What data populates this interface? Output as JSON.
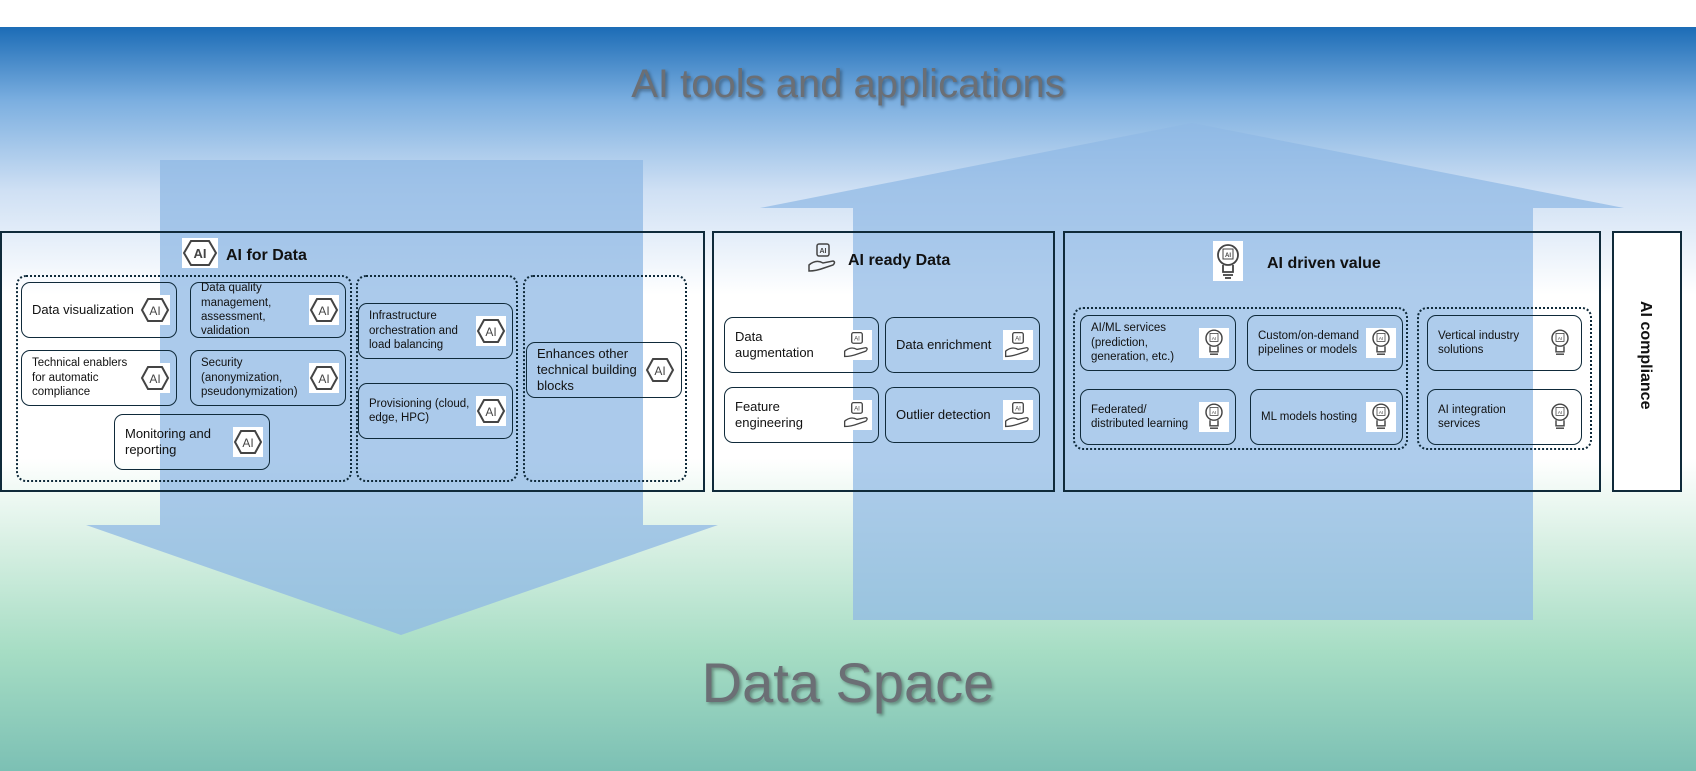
{
  "titles": {
    "top": "AI tools and applications",
    "bottom": "Data Space"
  },
  "ai_for_data": {
    "title": "AI for Data",
    "items": [
      "Data visualization",
      "Data quality management, assessment, validation",
      "Technical enablers for automatic compliance",
      "Security (anonymization, pseudonymization)",
      "Monitoring and reporting",
      "Infrastructure orchestration and load balancing",
      "Provisioning (cloud, edge, HPC)",
      "Enhances other technical building blocks"
    ]
  },
  "ai_ready_data": {
    "title": "AI ready Data",
    "items": [
      "Data augmentation",
      "Data enrichment",
      "Feature engineering",
      "Outlier detection"
    ]
  },
  "ai_driven_value": {
    "title": "AI driven value",
    "items": [
      "AI/ML services (prediction, generation, etc.)",
      "Custom/on-demand pipelines or models",
      "Federated/ distributed learning",
      "ML models hosting",
      "Vertical industry solutions",
      "AI integration services"
    ]
  },
  "ai_compliance": {
    "title": "AI compliance"
  },
  "icon_label": "AI",
  "icons": [
    "ai-hexagon-icon",
    "ai-chip-hand-icon",
    "ai-lightbulb-icon"
  ],
  "colors": {
    "arrow_blue": "#8fb8e4",
    "border": "#0f2a3a",
    "title_gray": "#6b6f75"
  }
}
